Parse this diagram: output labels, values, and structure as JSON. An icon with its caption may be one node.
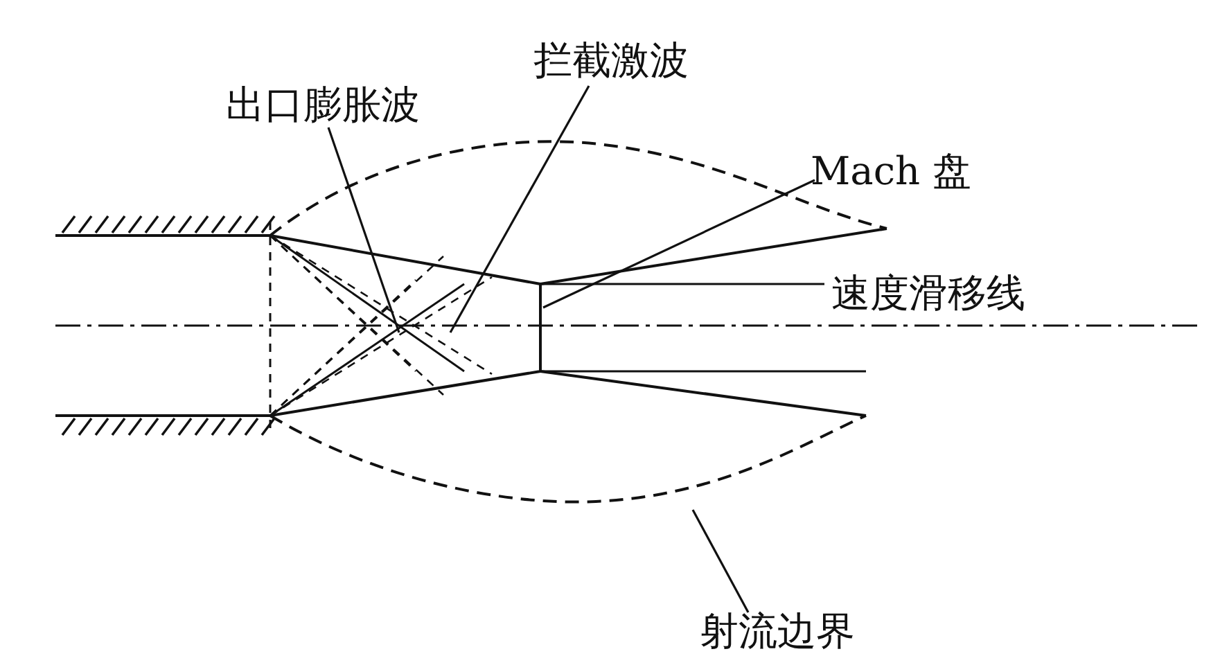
{
  "diagram": {
    "nodes": [
      {
        "text": [
          "出口膨胀波"
        ]
      },
      {
        "text": [
          "拦截激波"
        ]
      },
      {
        "text": [
          "Mach 盘"
        ]
      },
      {
        "text": [
          "射流边界"
        ]
      }
    ],
    "edges": [
      {
        "from": 0,
        "to": null,
        "arrow": "none"
      },
      {
        "from": 1,
        "to": null,
        "arrow": "none"
      },
      {
        "from": 2,
        "to": null,
        "arrow": "none"
      },
      {
        "from": 3,
        "to": null,
        "arrow": "none"
      }
    ],
    "labels": [
      "速度滑移线"
    ]
  }
}
